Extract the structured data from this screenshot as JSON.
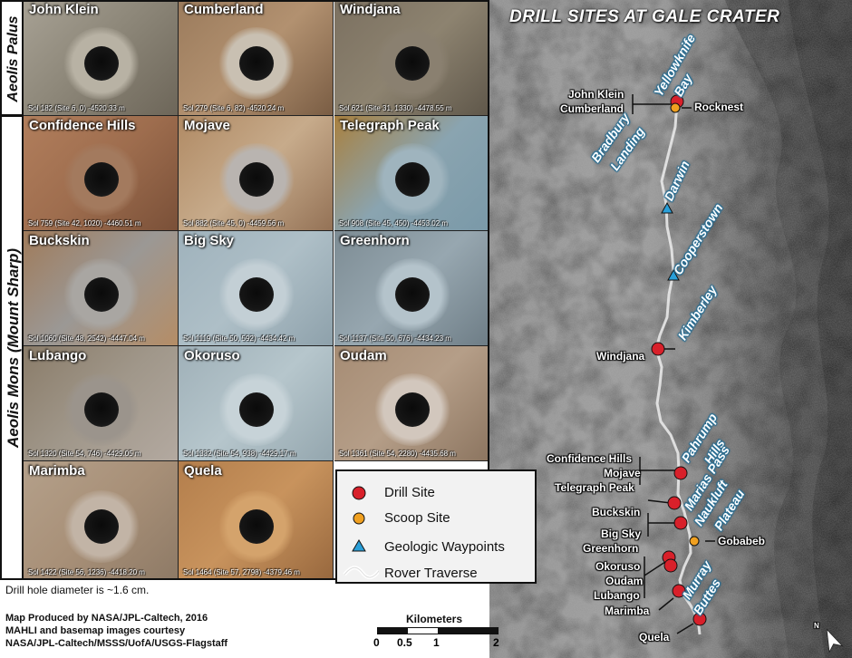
{
  "groups": {
    "top": "Aeolis Palus",
    "bottom": "Aeolis Mons (Mount Sharp)"
  },
  "tiles": [
    {
      "name": "John Klein",
      "meta": "Sol 182 (Site 6, 0) -4520.33 m"
    },
    {
      "name": "Cumberland",
      "meta": "Sol 279 (Site 6, 82) -4520.24 m"
    },
    {
      "name": "Windjana",
      "meta": "Sol 621 (Site 31, 1330) -4478.55 m"
    },
    {
      "name": "Confidence Hills",
      "meta": "Sol 759 (Site 42, 1020) -4460.51 m"
    },
    {
      "name": "Mojave",
      "meta": "Sol 882 (Site 45, 0) -4459.56 m"
    },
    {
      "name": "Telegraph Peak",
      "meta": "Sol 908 (Site 45, 450) -4453.02 m"
    },
    {
      "name": "Buckskin",
      "meta": "Sol 1060 (Site 48, 2542) -4447.04 m"
    },
    {
      "name": "Big Sky",
      "meta": "Sol 1119 (Site 50, 592) -4434.42 m"
    },
    {
      "name": "Greenhorn",
      "meta": "Sol 1137 (Site 50, 676) -4434.23 m"
    },
    {
      "name": "Lubango",
      "meta": "Sol 1320 (Site 54, 746) -4429.05 m"
    },
    {
      "name": "Okoruso",
      "meta": "Sol 1332 (Site 54, 938) -4429.17 m"
    },
    {
      "name": "Oudam",
      "meta": "Sol 1361 (Site 54, 2280) -4435.68 m"
    },
    {
      "name": "Marimba",
      "meta": "Sol 1422 (Site 56, 1236) -4418.20 m"
    },
    {
      "name": "Quela",
      "meta": "Sol 1464 (Site 57, 2798) -4379.46 m"
    }
  ],
  "diameter_note": "Drill hole diameter is ~1.6 cm.",
  "credits": [
    "Map Produced by NASA/JPL-Caltech, 2016",
    "MAHLI and basemap images courtesy",
    "NASA/JPL-Caltech/MSSS/UofA/USGS-Flagstaff"
  ],
  "map": {
    "title": "DRILL SITES AT GALE CRATER",
    "site_labels": {
      "john_klein": "John Klein",
      "cumberland": "Cumberland",
      "rocknest": "Rocknest",
      "windjana": "Windjana",
      "confidence_hills": "Confidence Hills",
      "mojave": "Mojave",
      "telegraph_peak": "Telegraph Peak",
      "buckskin": "Buckskin",
      "big_sky": "Big Sky",
      "greenhorn": "Greenhorn",
      "gobabeb": "Gobabeb",
      "okoruso": "Okoruso",
      "oudam": "Oudam",
      "lubango": "Lubango",
      "marimba": "Marimba",
      "quela": "Quela"
    },
    "waypoints": {
      "yellowknife_1": "Yellowknife",
      "yellowknife_2": "Bay",
      "bradbury_1": "Bradbury",
      "bradbury_2": "Landing",
      "darwin": "Darwin",
      "cooperstown": "Cooperstown",
      "kimberley": "Kimberley",
      "pahrump_1": "Pahrump",
      "pahrump_2": "Hills",
      "marias": "Marias Pass",
      "naukluft_1": "Naukluft",
      "naukluft_2": "Plateau",
      "murray_1": "Murray",
      "murray_2": "Buttes"
    },
    "north_label": "N"
  },
  "legend": {
    "drill": "Drill Site",
    "scoop": "Scoop Site",
    "waypoint": "Geologic Waypoints",
    "traverse": "Rover Traverse",
    "colors": {
      "drill": "#d8202a",
      "scoop": "#f0a020",
      "waypoint": "#2a9fd8"
    }
  },
  "scale": {
    "title": "Kilometers",
    "ticks": [
      "0",
      "0.5",
      "1",
      "2"
    ]
  }
}
